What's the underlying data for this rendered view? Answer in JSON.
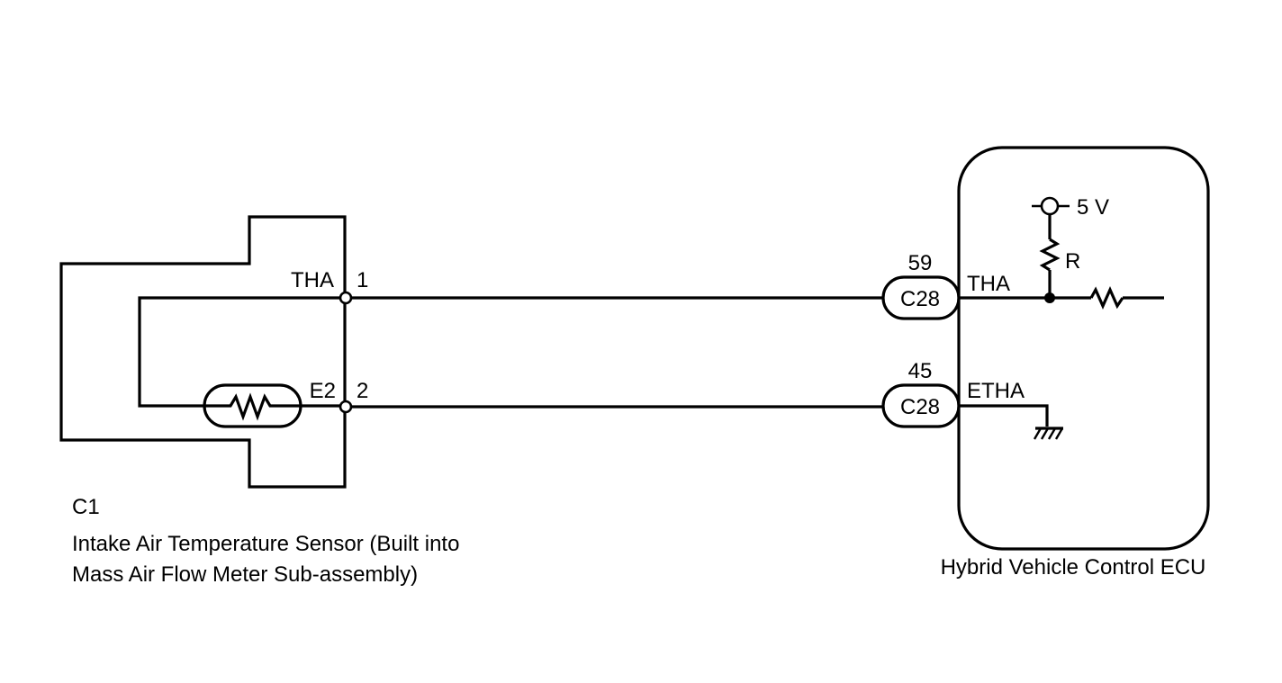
{
  "sensor": {
    "connector_code": "C1",
    "name_line1": "Intake Air Temperature Sensor (Built into",
    "name_line2": "Mass Air Flow Meter Sub-assembly)",
    "pins": [
      {
        "signal": "THA",
        "number": "1"
      },
      {
        "signal": "E2",
        "number": "2"
      }
    ]
  },
  "ecu": {
    "name": "Hybrid Vehicle Control ECU",
    "supply_label": "5 V",
    "resistor_label": "R",
    "connectors": [
      {
        "pin": "59",
        "code": "C28",
        "signal": "THA"
      },
      {
        "pin": "45",
        "code": "C28",
        "signal": "ETHA"
      }
    ]
  }
}
